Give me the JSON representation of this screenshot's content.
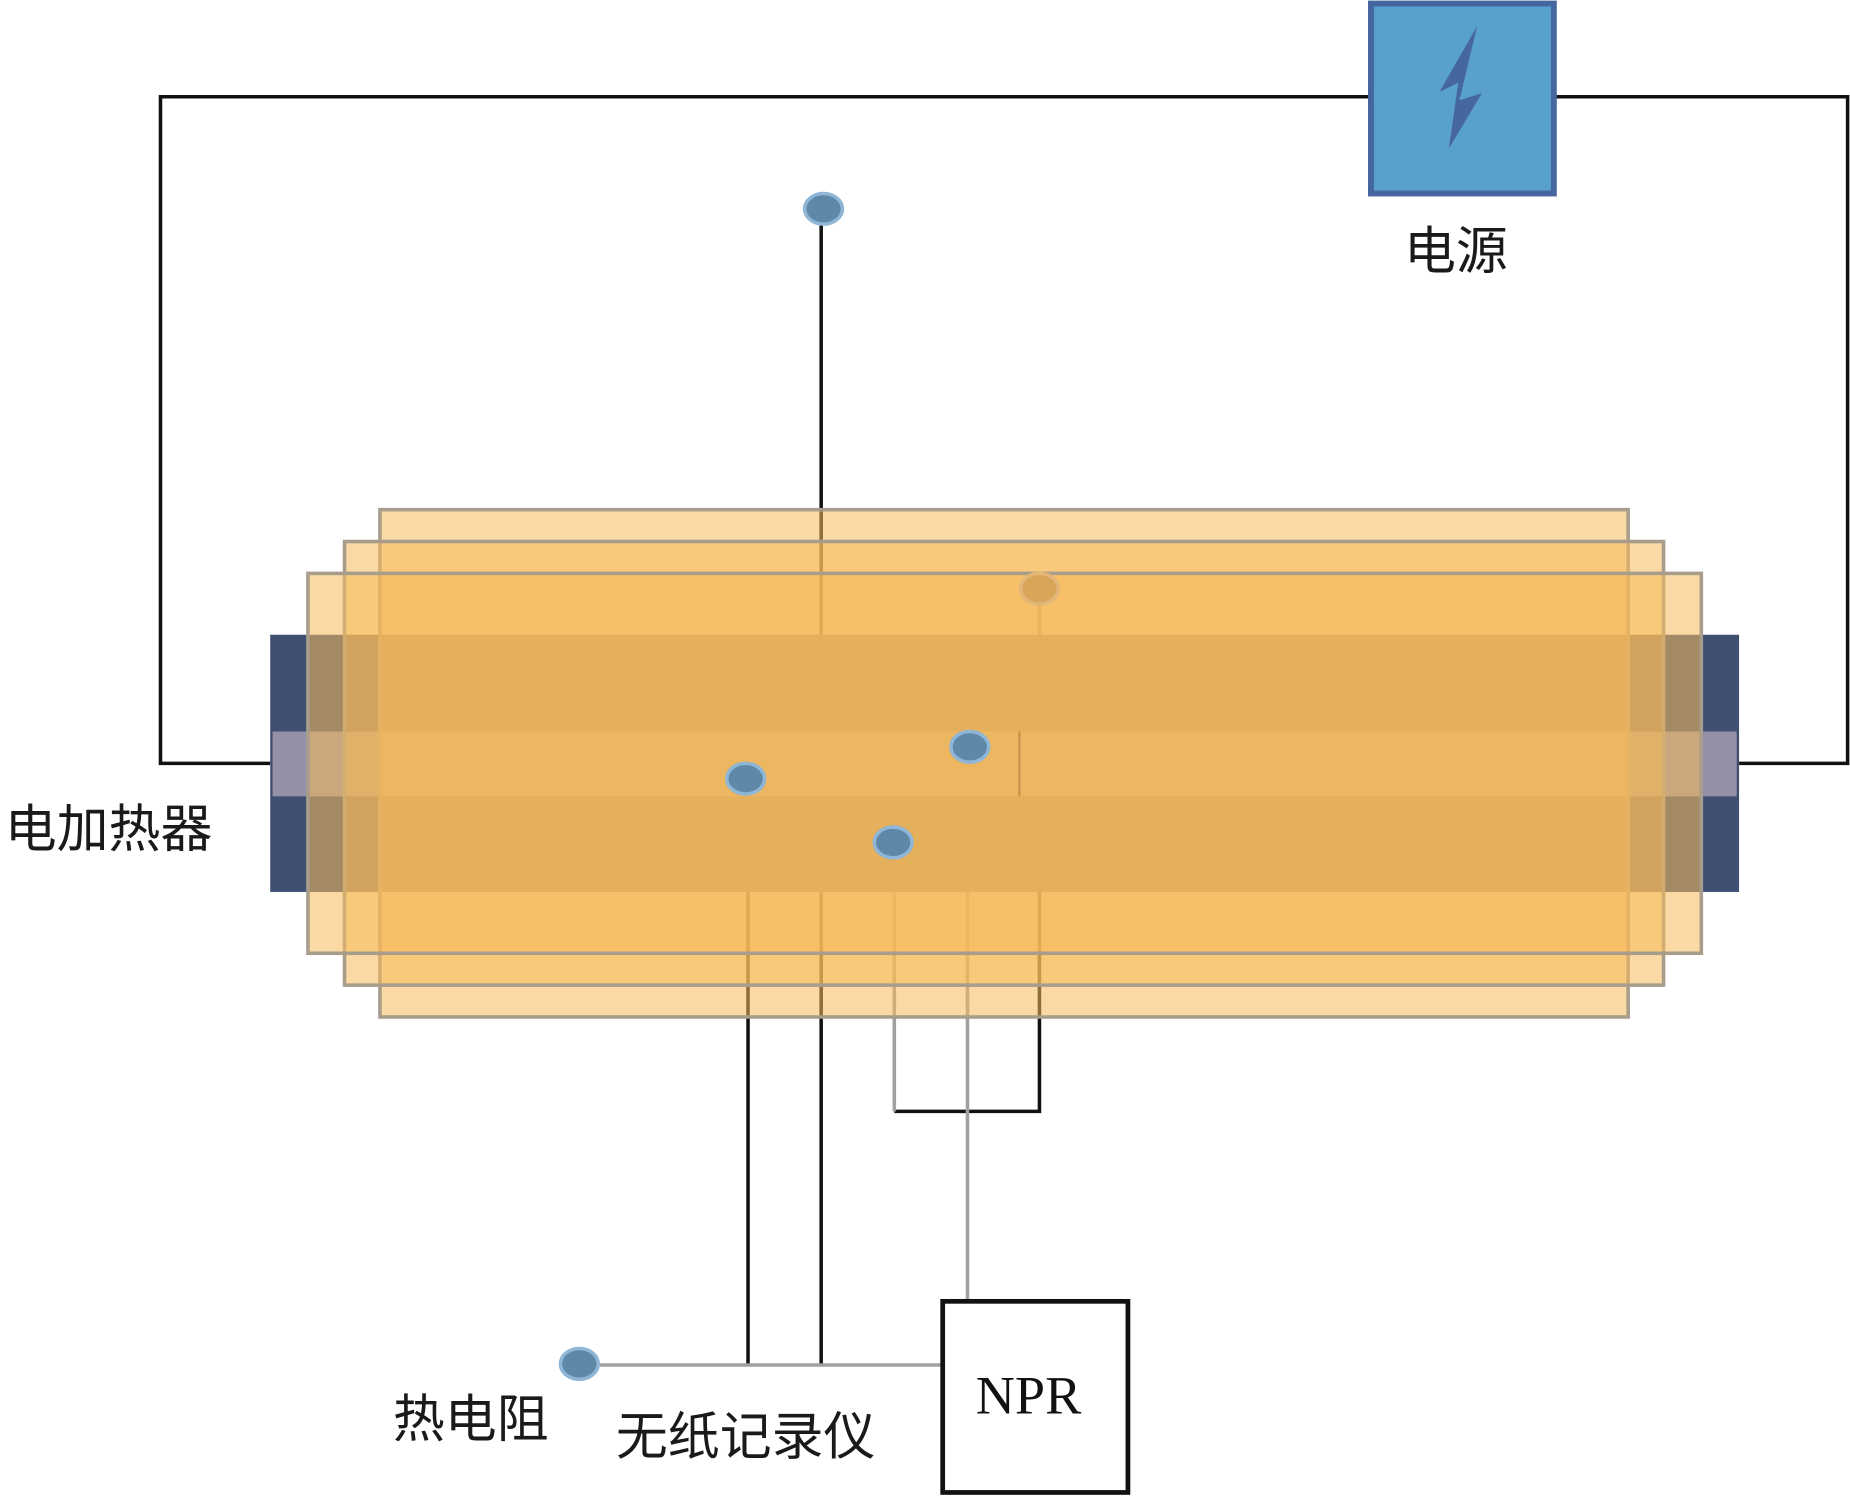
{
  "labels": {
    "power_supply": "电源",
    "electric_heater": "电加热器",
    "thermal_resistor": "热电阻",
    "paperless_recorder": "无纸记录仪",
    "npr": "NPR"
  },
  "colors": {
    "power_box_fill": "#58a1cc",
    "power_box_border": "#4666a0",
    "heater_rod": "#3f4f72",
    "heater_core": "#9490a8",
    "insulation": "#f5b95a",
    "sensor": "#5f87a8",
    "wire": "#111111",
    "signal_wire": "#a0a0a0"
  },
  "icons": {
    "power": "lightning-bolt-icon",
    "sensor": "sensor-dot-icon"
  }
}
